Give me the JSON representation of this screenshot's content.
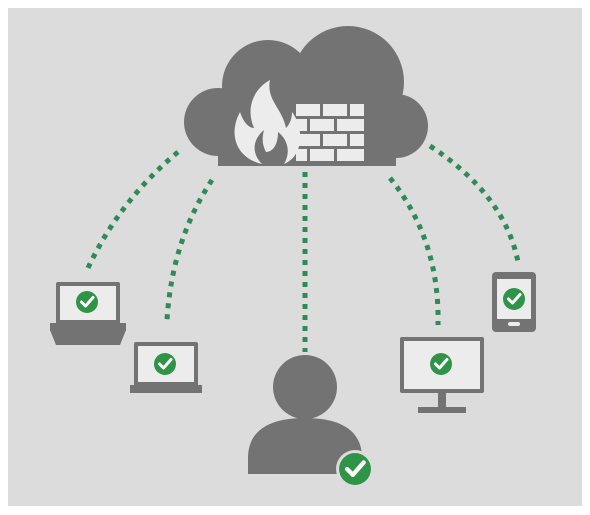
{
  "diagram": {
    "colors": {
      "background": "#dcdcdc",
      "device_gray": "#737373",
      "device_light": "#ececec",
      "link_green": "#2e8b57",
      "check_green": "#2f9447",
      "check_mark": "#ffffff"
    },
    "center_node": {
      "icon": "cloud-firewall-icon",
      "parts": [
        "cloud-icon",
        "flame-icon",
        "brick-wall-icon"
      ]
    },
    "devices": [
      {
        "id": "laptop-left",
        "icon": "laptop-icon",
        "status": "check-badge-icon"
      },
      {
        "id": "laptop-small",
        "icon": "laptop-icon",
        "status": "check-badge-icon"
      },
      {
        "id": "user",
        "icon": "user-icon",
        "status": "check-badge-icon"
      },
      {
        "id": "desktop-monitor",
        "icon": "monitor-icon",
        "status": "check-badge-icon"
      },
      {
        "id": "tablet",
        "icon": "tablet-icon",
        "status": "check-badge-icon"
      }
    ],
    "connections": [
      {
        "from": "cloud",
        "to": "laptop-left",
        "style": "dotted"
      },
      {
        "from": "cloud",
        "to": "laptop-small",
        "style": "dotted"
      },
      {
        "from": "cloud",
        "to": "user",
        "style": "dotted"
      },
      {
        "from": "cloud",
        "to": "desktop-monitor",
        "style": "dotted"
      },
      {
        "from": "cloud",
        "to": "tablet",
        "style": "dotted"
      }
    ]
  }
}
